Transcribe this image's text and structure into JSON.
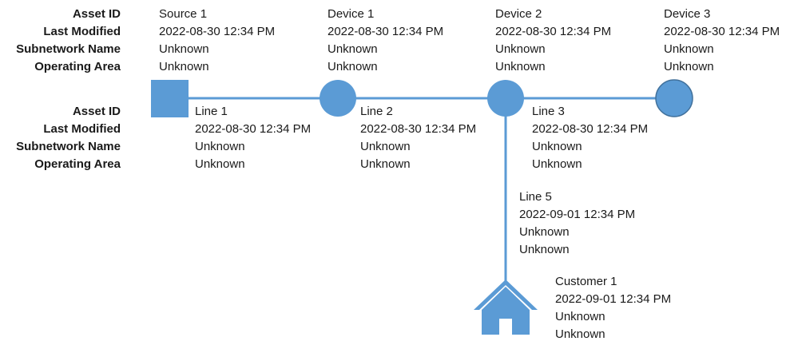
{
  "field_labels": {
    "asset_id": "Asset ID",
    "last_modified": "Last Modified",
    "subnetwork_name": "Subnetwork Name",
    "operating_area": "Operating Area"
  },
  "nodes": [
    {
      "id": "Source 1",
      "last_modified": "2022-08-30 12:34 PM",
      "subnetwork": "Unknown",
      "area": "Unknown",
      "shape": "square"
    },
    {
      "id": "Device 1",
      "last_modified": "2022-08-30 12:34 PM",
      "subnetwork": "Unknown",
      "area": "Unknown",
      "shape": "circle"
    },
    {
      "id": "Device 2",
      "last_modified": "2022-08-30 12:34 PM",
      "subnetwork": "Unknown",
      "area": "Unknown",
      "shape": "circle"
    },
    {
      "id": "Device 3",
      "last_modified": "2022-08-30 12:34 PM",
      "subnetwork": "Unknown",
      "area": "Unknown",
      "shape": "circle"
    },
    {
      "id": "Customer 1",
      "last_modified": "2022-09-01 12:34 PM",
      "subnetwork": "Unknown",
      "area": "Unknown",
      "shape": "house"
    }
  ],
  "lines": [
    {
      "id": "Line 1",
      "last_modified": "2022-08-30 12:34 PM",
      "subnetwork": "Unknown",
      "area": "Unknown"
    },
    {
      "id": "Line 2",
      "last_modified": "2022-08-30 12:34 PM",
      "subnetwork": "Unknown",
      "area": "Unknown"
    },
    {
      "id": "Line 3",
      "last_modified": "2022-08-30 12:34 PM",
      "subnetwork": "Unknown",
      "area": "Unknown"
    },
    {
      "id": "Line 5",
      "last_modified": "2022-09-01 12:34 PM",
      "subnetwork": "Unknown",
      "area": "Unknown"
    }
  ],
  "colors": {
    "symbol_fill": "#5b9bd5",
    "line": "#5b9bd5",
    "outline": "#41719c"
  }
}
